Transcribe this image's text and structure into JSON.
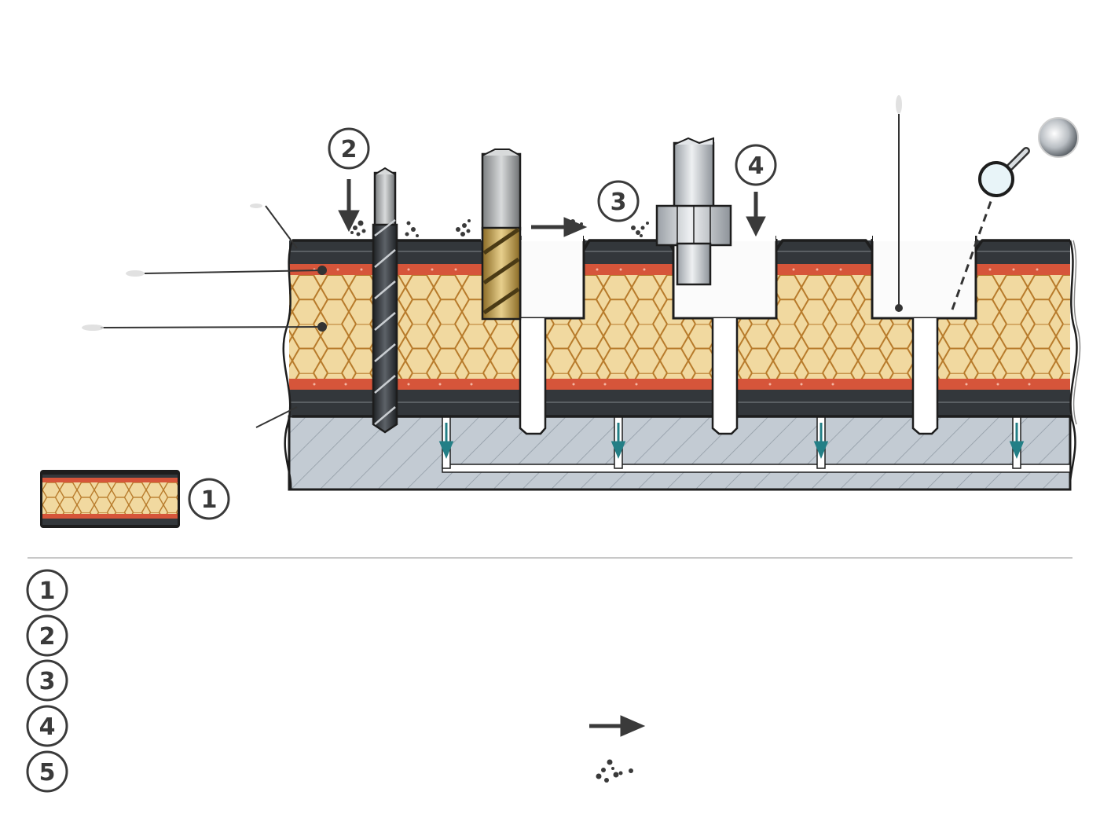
{
  "colors": {
    "skin": "#33373b",
    "skin_stripe": "#5a5f63",
    "adhesive": "#d6553a",
    "core": "#f1d9a0",
    "core_cell": "#b77a2a",
    "fixture": "#c3cbd3",
    "fixture_hatch": "#8f9aa4",
    "vacuum": "#237f86",
    "outline": "#1d1d1d",
    "label": "#3a3a3a",
    "divider": "#c8c8c8"
  },
  "diagram": {
    "step_markers": [
      "2",
      "3",
      "4"
    ],
    "icons": [
      "twist-drill-icon",
      "router-cutter-icon",
      "face-mill-icon",
      "probe-icon",
      "probe-tip-icon",
      "feed-arrow-icon",
      "plunge-arrow-icon",
      "chips-icon",
      "vacuum-arrow-icon"
    ]
  },
  "inset": {
    "marker": "1"
  },
  "legend": {
    "markers": [
      "1",
      "2",
      "3",
      "4",
      "5"
    ],
    "icons": [
      "feed-arrow-icon",
      "chips-icon"
    ]
  }
}
